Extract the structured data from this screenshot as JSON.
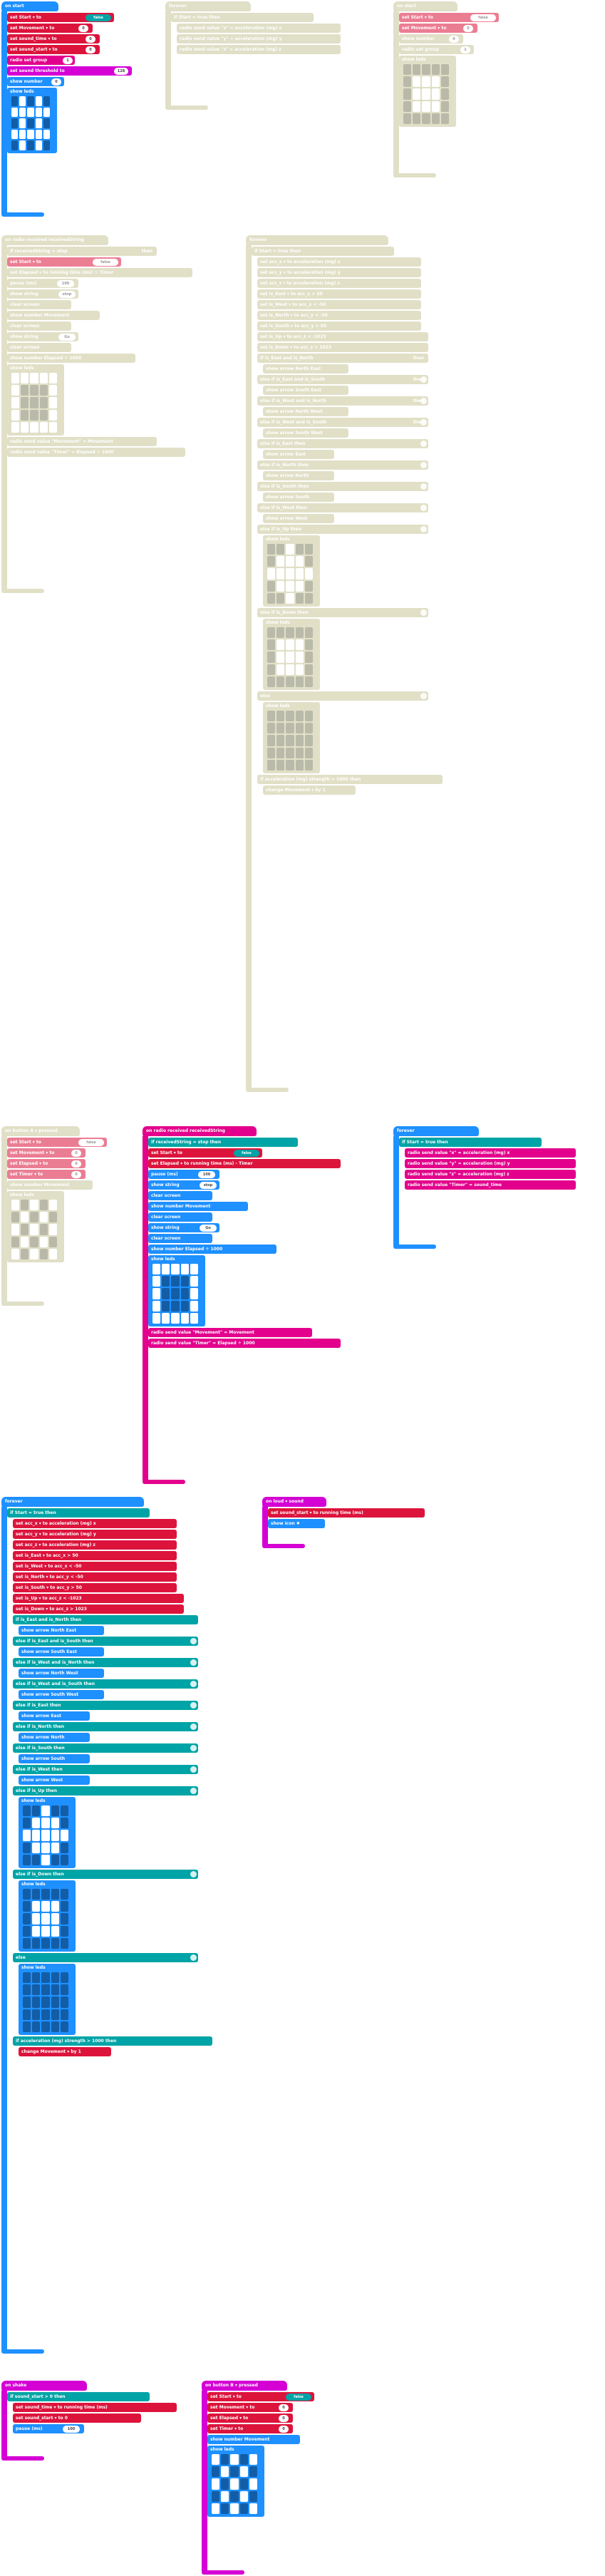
{
  "colors": {
    "events": "#1e90ff",
    "basic": "#1e90ff",
    "radio": "#e3008c",
    "logic": "#00a4a6",
    "variables": "#dc143c",
    "math": "#9400d3",
    "input": "#d400d4",
    "disabled_tint": "#c8c69a"
  },
  "labels": {
    "on_start": "on start",
    "forever": "forever",
    "on_radio_received": "on radio received",
    "receivedString": "receivedString",
    "on_button": "on button",
    "button_a": "A",
    "button_b": "B",
    "pressed": "pressed",
    "on_shake": "on shake",
    "if": "if",
    "then": "then",
    "else_if": "else if",
    "else": "else",
    "set": "set",
    "to": "to",
    "show_leds": "show leds",
    "show_number": "show number",
    "show_arrow": "show arrow",
    "show_icon": "show icon",
    "show_string": "show string",
    "clear_screen": "clear screen",
    "pause_ms": "pause (ms)",
    "radio_set_group": "radio set group",
    "radio_send_value": "radio send value",
    "acceleration_mg": "acceleration (mg)",
    "strength": "strength",
    "change": "change",
    "by": "by",
    "and": "and",
    "running_time": "running time (ms)",
    "sound_threshold": "sound threshold to"
  },
  "vars": {
    "start": "Start",
    "movement": "Movement",
    "sound_time": "sound_time",
    "sound_start": "sound_start",
    "elapsed": "Elapsed",
    "timer": "Timer",
    "acc_x": "acc_x",
    "acc_y": "acc_y",
    "acc_z": "acc_z",
    "is_east": "is_East",
    "is_west": "is_West",
    "is_north": "is_North",
    "is_south": "is_South",
    "is_up": "is_Up",
    "is_down": "is_Down"
  },
  "values": {
    "false": "false",
    "true": "true",
    "zero": "0",
    "one": "1",
    "group": "1",
    "threshold": "128",
    "pause": "100",
    "strength_threshold": "1000",
    "stop": "stop",
    "movement_key": "\"Movement\"",
    "timer_key": "\"Timer\"",
    "x": "\"x\"",
    "y": "\"y\"",
    "z": "\"z\"",
    "n50": "50",
    "neg50": "-50",
    "n1023": "1023",
    "neg1023": "-1023",
    "n1000": "1000",
    "x_axis": "x",
    "y_axis": "y",
    "z_axis": "z",
    "gt": ">",
    "lt": "<",
    "eq": "=",
    "div": "÷",
    "minus": "-",
    "go": "Go"
  },
  "arrows": {
    "north_east": "North East",
    "south_east": "South East",
    "north_west": "North West",
    "south_west": "South West",
    "east": "East",
    "north": "North",
    "south": "South",
    "west": "West"
  },
  "led_patterns": {
    "p1": "1111110001100011000111111",
    "p2": "0000001110011100111000000",
    "p3": "0101011111010101111101010",
    "p4": "1010101010101010101010101",
    "p5": "0010001110111110111000100",
    "p6": "0000000000000000000000000"
  }
}
